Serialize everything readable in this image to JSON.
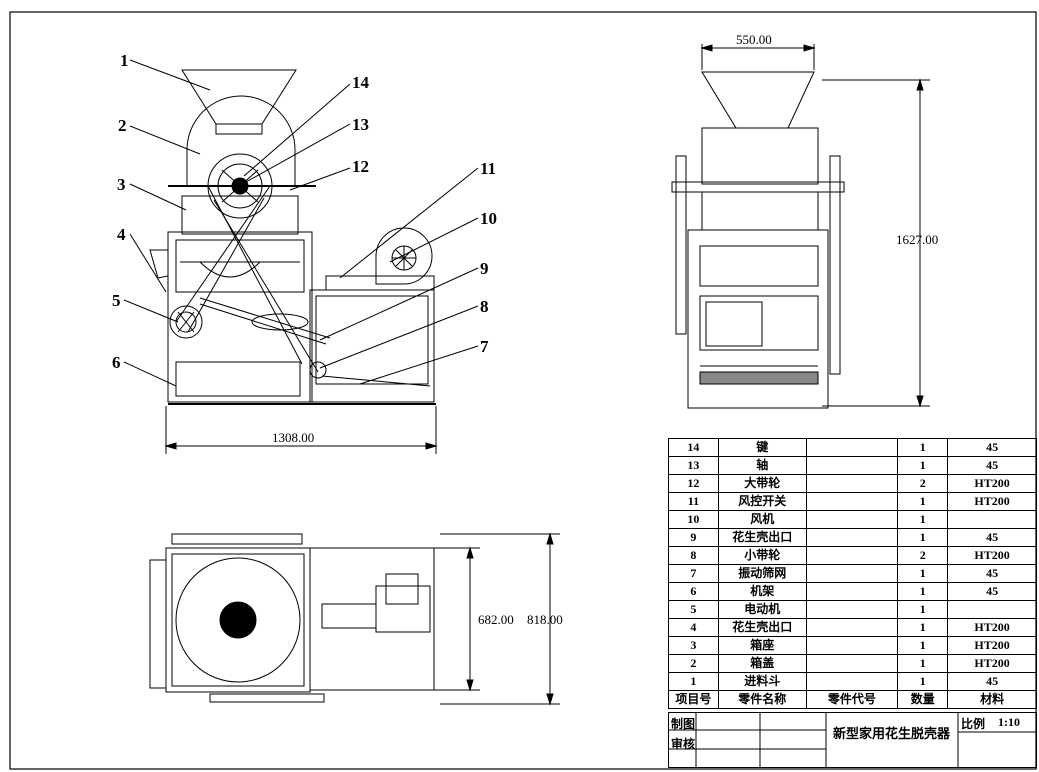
{
  "drawing": {
    "front_view_labels": [
      "1",
      "2",
      "3",
      "4",
      "5",
      "6",
      "7",
      "8",
      "9",
      "10",
      "11",
      "12",
      "13",
      "14"
    ],
    "dimensions": {
      "front_width": "1308.00",
      "side_width": "550.00",
      "side_height": "1627.00",
      "top_inner": "682.00",
      "top_outer": "818.00"
    }
  },
  "bom": {
    "header": [
      "项目号",
      "零件名称",
      "零件代号",
      "数量",
      "材料"
    ],
    "rows": [
      {
        "no": "14",
        "name": "键",
        "code": "",
        "qty": "1",
        "material": "45"
      },
      {
        "no": "13",
        "name": "轴",
        "code": "",
        "qty": "1",
        "material": "45"
      },
      {
        "no": "12",
        "name": "大带轮",
        "code": "",
        "qty": "2",
        "material": "HT200"
      },
      {
        "no": "11",
        "name": "风控开关",
        "code": "",
        "qty": "1",
        "material": "HT200"
      },
      {
        "no": "10",
        "name": "风机",
        "code": "",
        "qty": "1",
        "material": ""
      },
      {
        "no": "9",
        "name": "花生壳出口",
        "code": "",
        "qty": "1",
        "material": "45"
      },
      {
        "no": "8",
        "name": "小带轮",
        "code": "",
        "qty": "2",
        "material": "HT200"
      },
      {
        "no": "7",
        "name": "振动筛网",
        "code": "",
        "qty": "1",
        "material": "45"
      },
      {
        "no": "6",
        "name": "机架",
        "code": "",
        "qty": "1",
        "material": "45"
      },
      {
        "no": "5",
        "name": "电动机",
        "code": "",
        "qty": "1",
        "material": ""
      },
      {
        "no": "4",
        "name": "花生壳出口",
        "code": "",
        "qty": "1",
        "material": "HT200"
      },
      {
        "no": "3",
        "name": "箱座",
        "code": "",
        "qty": "1",
        "material": "HT200"
      },
      {
        "no": "2",
        "name": "箱盖",
        "code": "",
        "qty": "1",
        "material": "HT200"
      },
      {
        "no": "1",
        "name": "进料斗",
        "code": "",
        "qty": "1",
        "material": "45"
      }
    ]
  },
  "title_block": {
    "drawn_label": "制图",
    "checked_label": "审核",
    "title": "新型家用花生脱壳器",
    "scale_label": "比例",
    "scale_value": "1:10"
  }
}
